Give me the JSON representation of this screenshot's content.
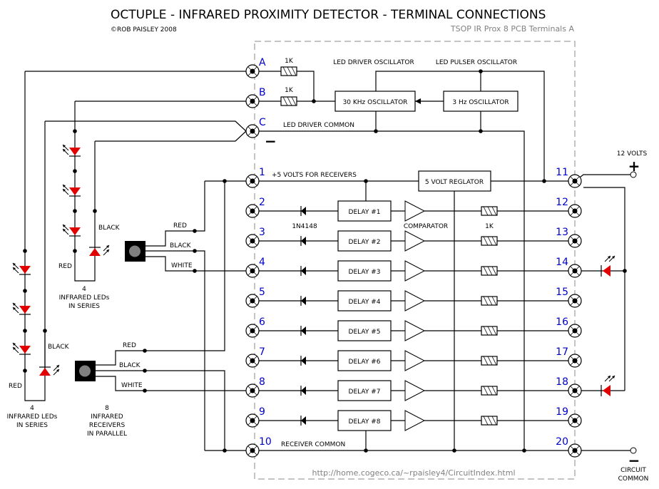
{
  "header": {
    "title": "OCTUPLE - INFRARED PROXIMITY DETECTOR - TERMINAL CONNECTIONS",
    "copyright": "©ROB PAISLEY 2008",
    "subtitle": "TSOP IR Prox 8 PCB Terminals A"
  },
  "footer": {
    "url": "http://home.cogeco.ca/~rpaisley4/CircuitIndex.html"
  },
  "terminals": {
    "left": [
      "A",
      "B",
      "C",
      "1",
      "2",
      "3",
      "4",
      "5",
      "6",
      "7",
      "8",
      "9",
      "10"
    ],
    "right": [
      "11",
      "12",
      "13",
      "14",
      "15",
      "16",
      "17",
      "18",
      "19",
      "20"
    ]
  },
  "labels": {
    "resistor_a": "1K",
    "resistor_b": "1K",
    "led_driver_osc": "LED DRIVER OSCILLATOR",
    "led_pulser_osc": "LED PULSER OSCILLATOR",
    "osc_30khz": "30 KHz OSCILLATOR",
    "osc_3hz": "3 Hz OSCILLATOR",
    "led_driver_common": "LED DRIVER COMMON",
    "plus5v": "+5 VOLTS FOR RECEIVERS",
    "regulator": "5 VOLT REGLATOR",
    "diode": "1N4148",
    "comparator": "COMPARATOR",
    "resistor_out": "1K",
    "receiver_common": "RECEIVER COMMON",
    "v12": "12 VOLTS",
    "plus": "+",
    "minus": "−",
    "circuit_common_1": "CIRCUIT",
    "circuit_common_2": "COMMON"
  },
  "delays": [
    "DELAY #1",
    "DELAY #2",
    "DELAY #3",
    "DELAY #4",
    "DELAY #5",
    "DELAY #6",
    "DELAY #7",
    "DELAY #8"
  ],
  "led_group_top": {
    "count": "4",
    "line1": "INFRARED LEDs",
    "line2": "IN SERIES",
    "red": "RED",
    "black": "BLACK"
  },
  "led_group_bottom": {
    "count": "4",
    "line1": "INFRARED LEDs",
    "line2": "IN SERIES",
    "red": "RED",
    "black": "BLACK"
  },
  "receiver_top": {
    "red": "RED",
    "black": "BLACK",
    "white": "WHITE"
  },
  "receiver_bottom": {
    "red": "RED",
    "black": "BLACK",
    "white": "WHITE",
    "count": "8",
    "line1": "INFRARED",
    "line2": "RECEIVERS",
    "line3": "IN PARALLEL"
  },
  "colors": {
    "led": "#e00000",
    "terminal_number": "#0000cc",
    "frame": "#888888"
  }
}
